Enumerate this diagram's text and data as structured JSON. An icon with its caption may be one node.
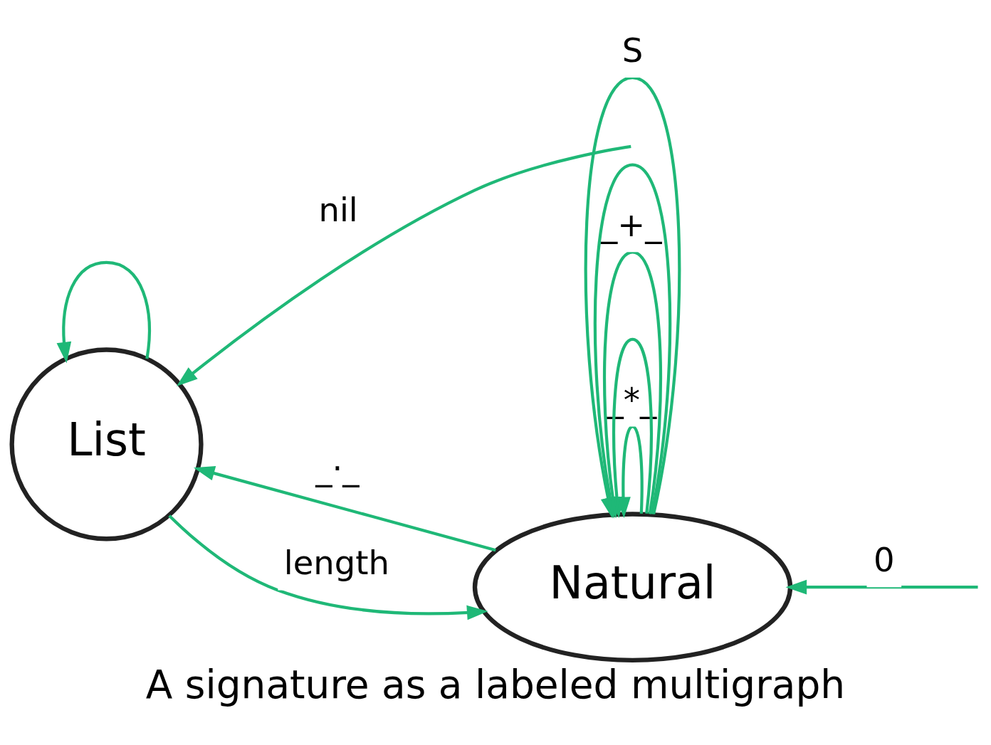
{
  "diagram": {
    "caption": "A signature as a labeled multigraph",
    "nodes": [
      {
        "text": [
          "Natural"
        ]
      },
      {
        "text": [
          "List"
        ]
      }
    ],
    "edges": [
      {
        "from": 0,
        "to": 0,
        "arrow": "to",
        "label": "_*_"
      },
      {
        "from": 0,
        "to": 0,
        "arrow": "to"
      },
      {
        "from": 0,
        "to": 0,
        "arrow": "to",
        "label": "_+_"
      },
      {
        "from": 0,
        "to": 0,
        "arrow": "to"
      },
      {
        "from": 0,
        "to": 1,
        "arrow": "to",
        "label": "_·_"
      },
      {
        "from": 1,
        "to": 1,
        "arrow": "to"
      },
      {
        "from": 1,
        "to": 0,
        "arrow": "to",
        "label": "length"
      },
      {
        "from": 0,
        "to": 0,
        "arrow": "to",
        "label": "S"
      },
      {
        "from": null,
        "to": 0,
        "arrow": "to",
        "label": "0"
      },
      {
        "from": null,
        "to": 1,
        "arrow": "to",
        "label": "nil"
      }
    ]
  }
}
